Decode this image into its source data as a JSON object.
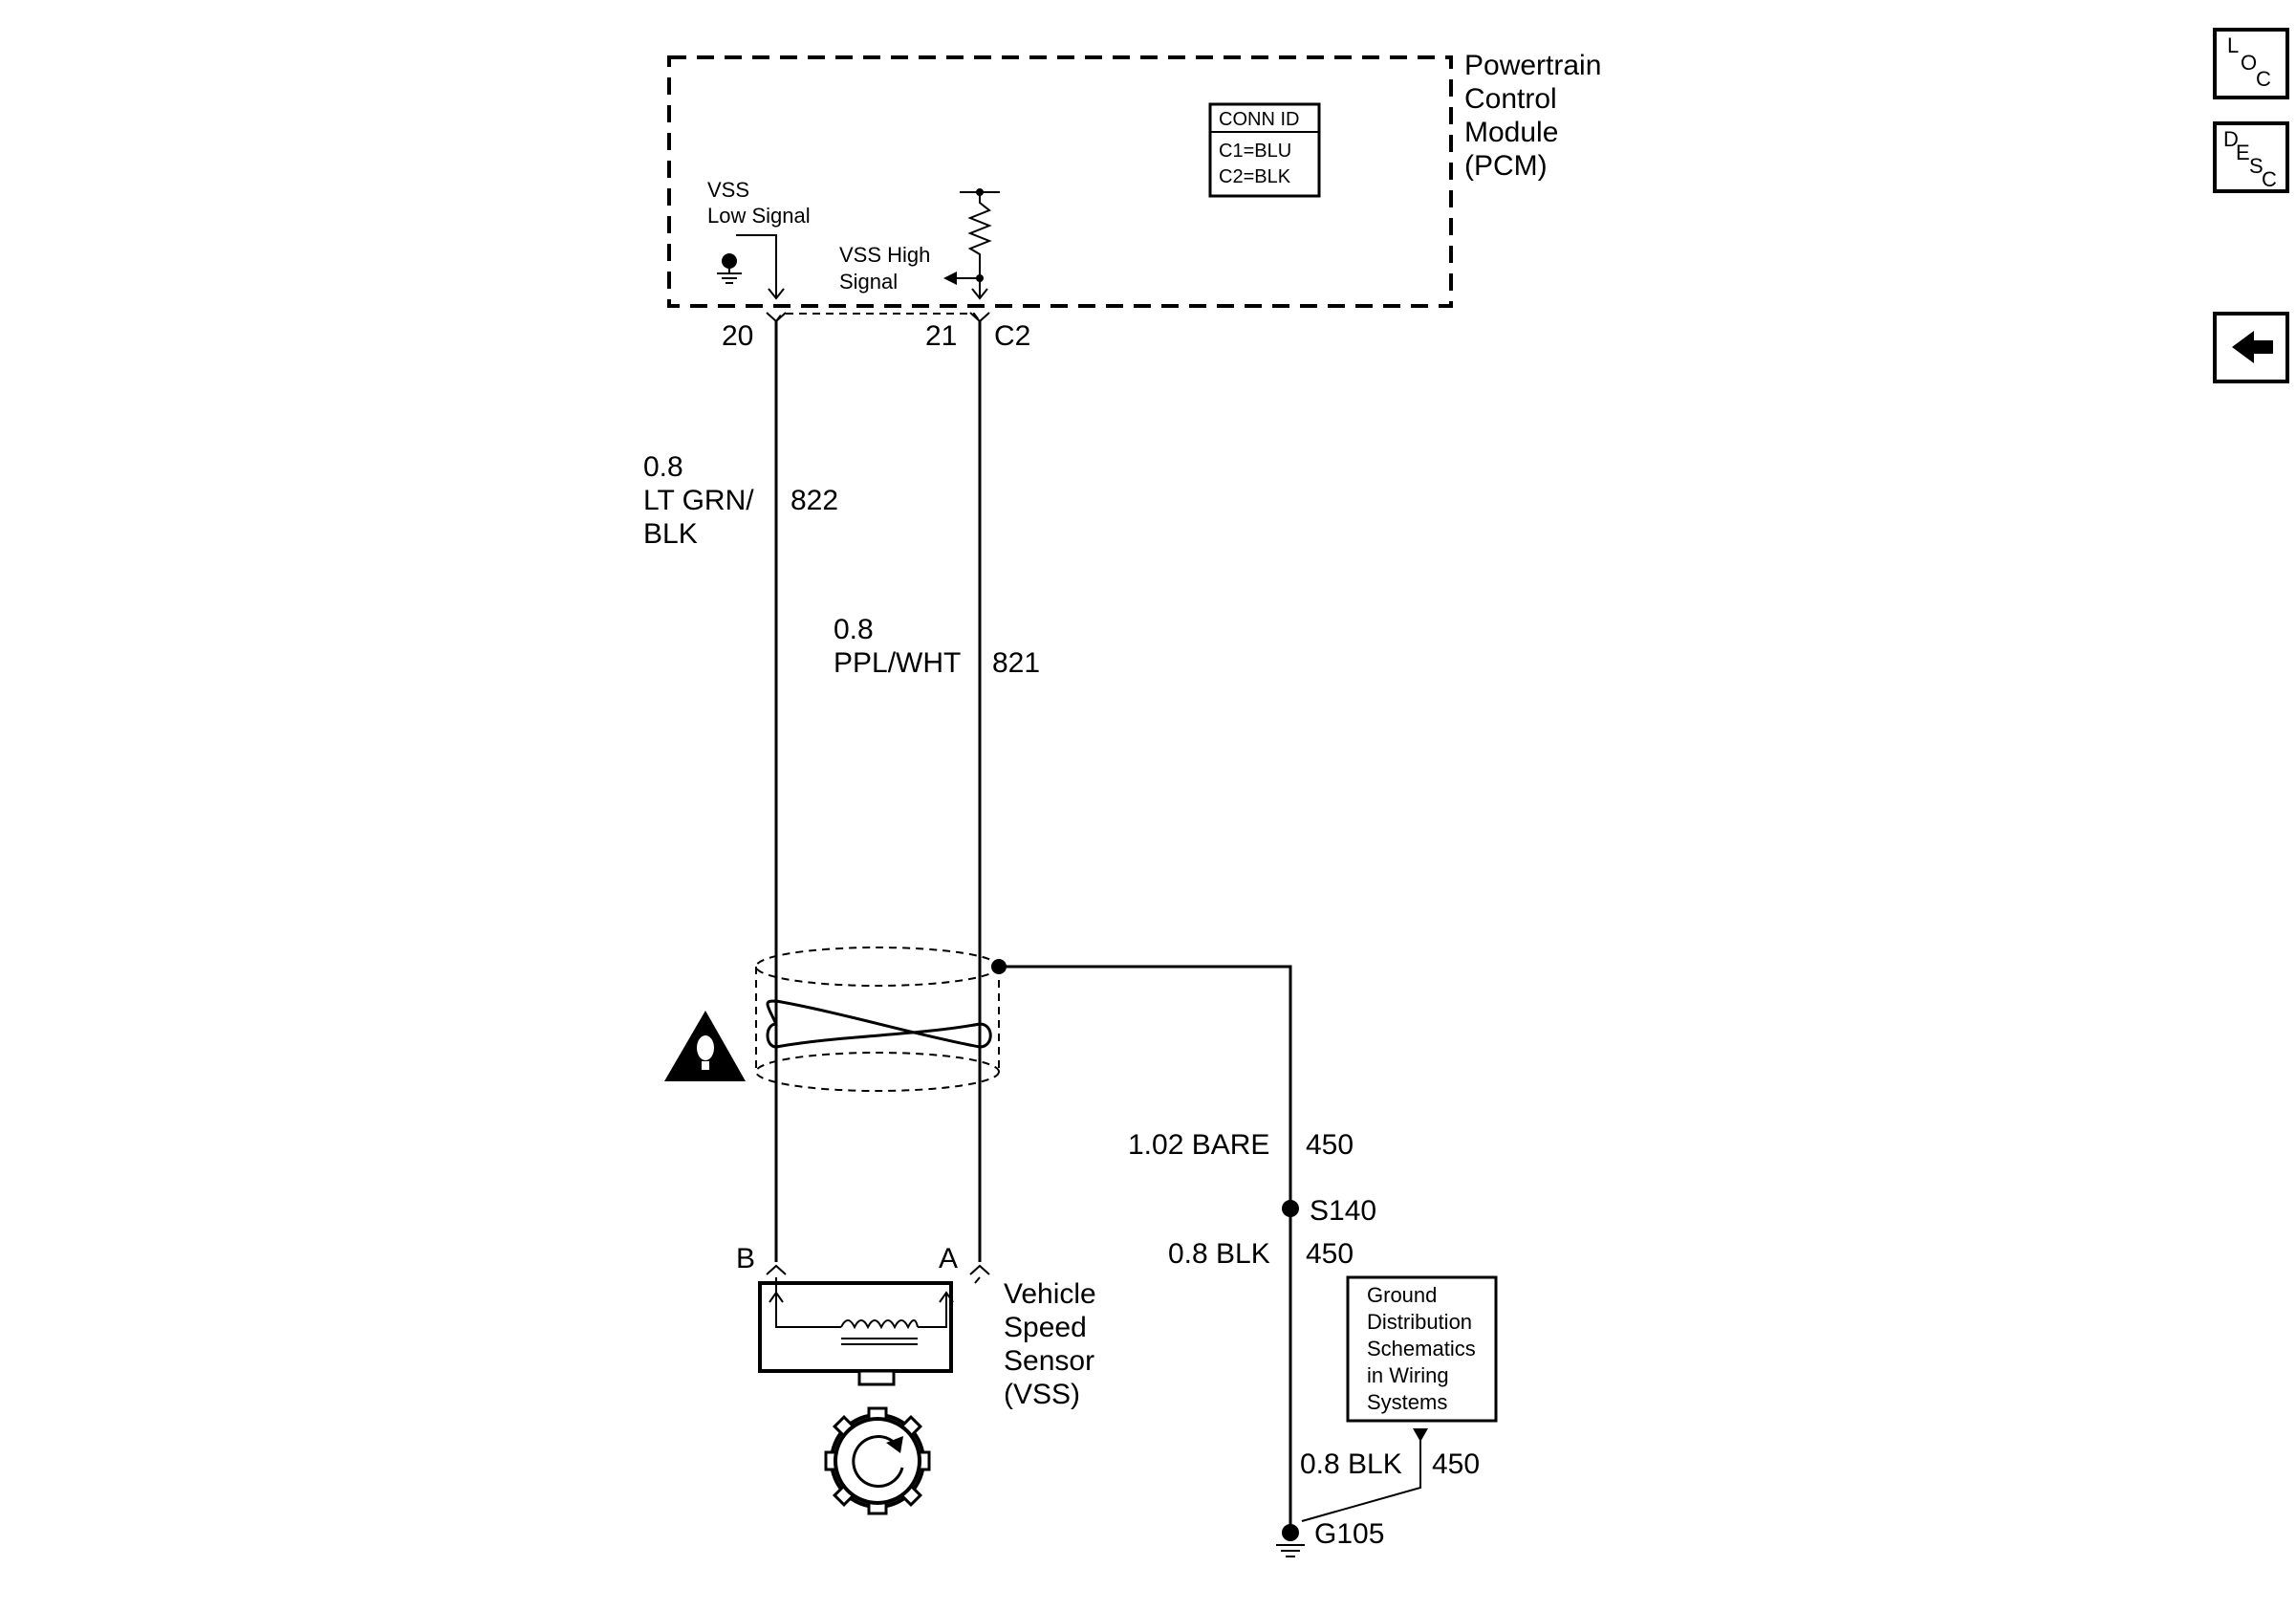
{
  "pcm": {
    "name_lines": [
      "Powertrain",
      "Control",
      "Module",
      "(PCM)"
    ],
    "conn_id": {
      "header": "CONN ID",
      "lines": [
        "C1=BLU",
        "C2=BLK"
      ]
    },
    "vss_low_signal": [
      "VSS",
      "Low Signal"
    ],
    "vss_high_signal": [
      "VSS High",
      "Signal"
    ],
    "pin_low": "20",
    "pin_high": "21",
    "connector": "C2"
  },
  "wires": {
    "low": {
      "gauge": "0.8",
      "color_lines": [
        "LT GRN/",
        "BLK"
      ],
      "circuit": "822"
    },
    "high": {
      "gauge_color": [
        "0.8",
        "PPL/WHT"
      ],
      "circuit": "821"
    },
    "drain": {
      "label": "1.02 BARE",
      "circuit": "450"
    },
    "ground_a": {
      "label": "0.8 BLK",
      "circuit": "450"
    },
    "ground_b": {
      "label": "0.8 BLK",
      "circuit": "450"
    }
  },
  "splice": "S140",
  "ground": "G105",
  "sensor": {
    "pin_b": "B",
    "pin_a": "A",
    "name_lines": [
      "Vehicle",
      "Speed",
      "Sensor",
      "(VSS)"
    ]
  },
  "ground_distribution_ref": [
    "Ground",
    "Distribution",
    "Schematics",
    "in Wiring",
    "Systems"
  ],
  "nav": {
    "loc": [
      "L",
      "O",
      "C"
    ],
    "desc": [
      "D",
      "E",
      "S",
      "C"
    ],
    "back_icon": "left-arrow-icon"
  }
}
